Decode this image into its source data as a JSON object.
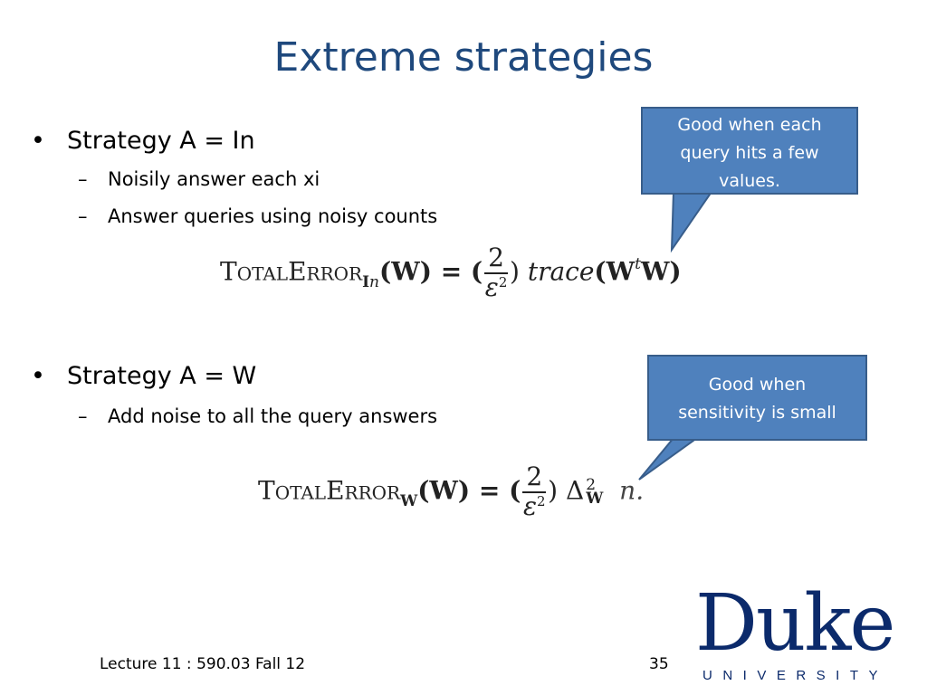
{
  "slide": {
    "title": "Extreme strategies",
    "bullets": [
      {
        "symbol": "•",
        "text": "Strategy A = In",
        "subs": [
          {
            "symbol": "–",
            "text": "Noisily answer each xi"
          },
          {
            "symbol": "–",
            "text": "Answer queries using noisy counts"
          }
        ]
      },
      {
        "symbol": "•",
        "text": "Strategy A = W",
        "subs": [
          {
            "symbol": "–",
            "text": "Add noise to all the query answers"
          }
        ]
      }
    ],
    "formulas": [
      {
        "name_T": "T",
        "name_otal": "OTAL",
        "name_E": "E",
        "name_rror": "RROR",
        "subscript_bold": "I",
        "subscript_italic": "n",
        "arg": "(W) = (",
        "frac_num": "2",
        "frac_den": "ε",
        "frac_den_exp": "2",
        "close": ")",
        "fn": "trace",
        "fn_arg_open": "(W",
        "fn_arg_exp": "t",
        "fn_arg_close": "W)"
      },
      {
        "name_T": "T",
        "name_otal": "OTAL",
        "name_E": "E",
        "name_rror": "RROR",
        "subscript_bold": "W",
        "arg": "(W) = (",
        "frac_num": "2",
        "frac_den": "ε",
        "frac_den_exp": "2",
        "close": ")",
        "delta": "Δ",
        "delta_sub": "W",
        "delta_exp": "2",
        "tail_var": "n."
      }
    ],
    "callouts": [
      {
        "text": "Good when each query hits a few values.",
        "fill": "#4f81bd",
        "border": "#385d8a"
      },
      {
        "text": "Good when sensitivity is small",
        "fill": "#4f81bd",
        "border": "#385d8a"
      }
    ],
    "footer": {
      "lecture": "Lecture 11 : 590.03 Fall 12",
      "page_number": "35"
    },
    "logo": {
      "wordmark": "Duke",
      "subtitle": "UNIVERSITY",
      "color": "#0b2a6b"
    },
    "title_color": "#1f497d"
  }
}
